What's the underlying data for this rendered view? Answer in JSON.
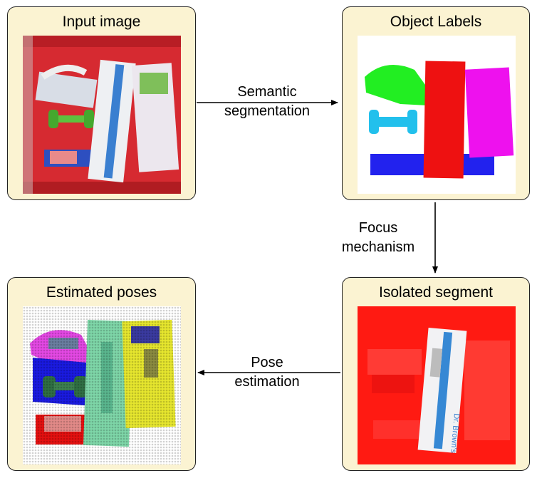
{
  "panels": {
    "input": {
      "title": "Input image"
    },
    "labels": {
      "title": "Object Labels"
    },
    "isolated": {
      "title": "Isolated segment"
    },
    "poses": {
      "title": "Estimated poses"
    }
  },
  "edges": {
    "segmentation": {
      "line1": "Semantic",
      "line2": "segmentation"
    },
    "focus": {
      "line1": "Focus",
      "line2": "mechanism"
    },
    "pose": {
      "line1": "Pose",
      "line2": "estimation"
    }
  },
  "product_text": "Dr. Brown's",
  "colors": {
    "panel_fill": "#fbf3d2",
    "tote_red": "#e8262e",
    "label_green": "#22ee22",
    "label_cyan": "#22c0ec",
    "label_blue": "#2222ee",
    "label_red": "#ee1111",
    "label_magenta": "#ee11ee"
  }
}
